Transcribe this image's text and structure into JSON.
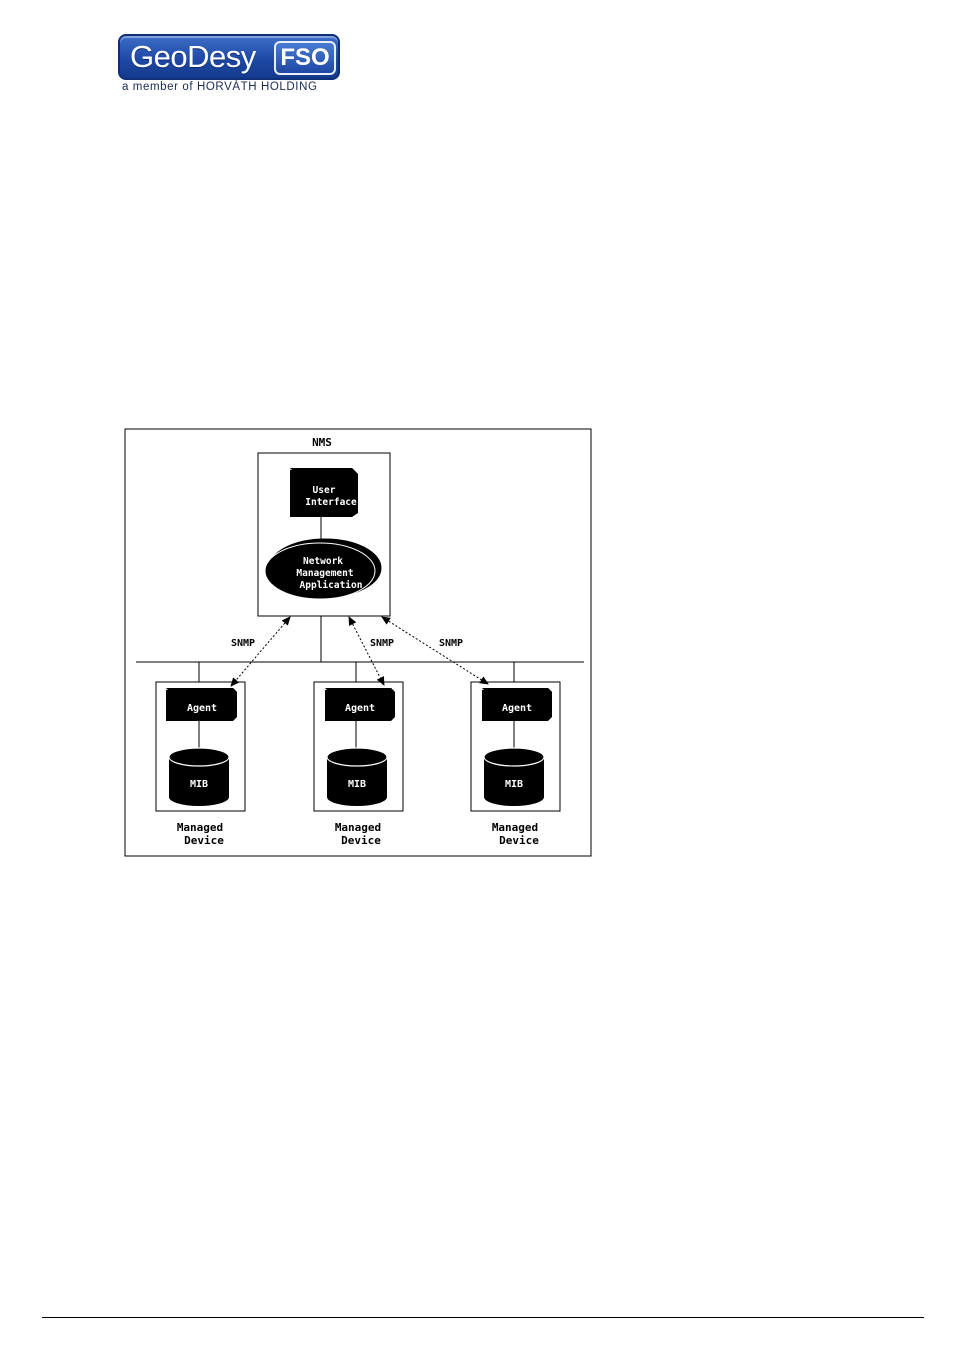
{
  "logo": {
    "brand_left": "GeoDesy",
    "brand_right": "FSO",
    "tagline": "a member of HORVÁTH HOLDING"
  },
  "diagram": {
    "nms_label": "NMS",
    "user_interface": [
      "User",
      "Interface"
    ],
    "nma": [
      "Network",
      "Management",
      "Application"
    ],
    "snmp_label": "SNMP",
    "agent_label": "Agent",
    "mib_label": "MIB",
    "device_label": [
      "Managed",
      "Device"
    ]
  },
  "colors": {
    "ink": "#000000",
    "logo_blue": "#1f49a6"
  }
}
